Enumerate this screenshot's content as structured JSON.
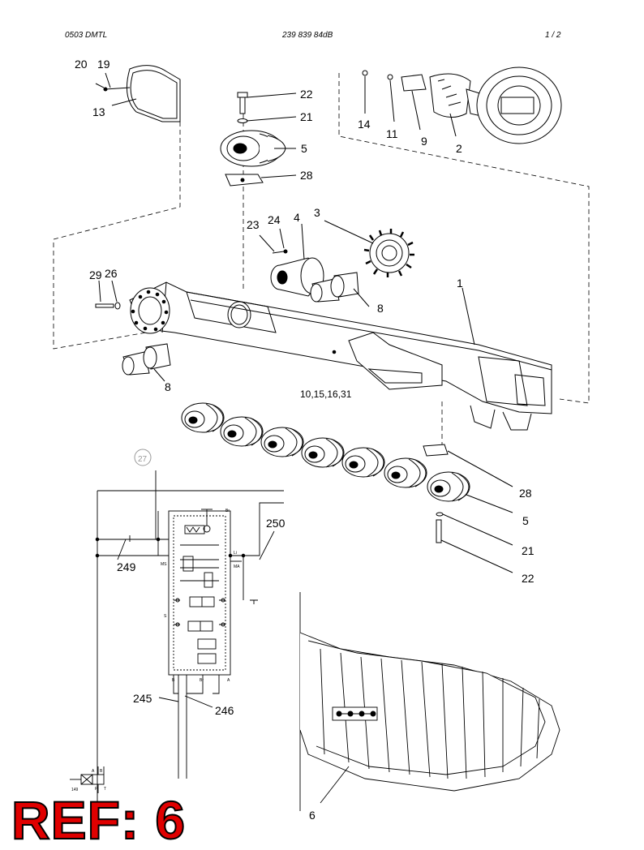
{
  "header": {
    "left": "0503 DMTL",
    "center": "239 839 84dB",
    "right": "1  /  2"
  },
  "callouts": {
    "c20": "20",
    "c19": "19",
    "c13": "13",
    "c22a": "22",
    "c21a": "21",
    "c5a": "5",
    "c28a": "28",
    "c14": "14",
    "c11": "11",
    "c9": "9",
    "c2": "2",
    "c23": "23",
    "c24": "24",
    "c4": "4",
    "c3": "3",
    "c29": "29",
    "c26": "26",
    "c1": "1",
    "c8a": "8",
    "c8b": "8",
    "c10": "10,15,16,31",
    "c28b": "28",
    "c5b": "5",
    "c21b": "21",
    "c22b": "22",
    "c27": "27",
    "c250": "250",
    "c249": "249",
    "c245": "245",
    "c246": "246",
    "c6": "6"
  },
  "hydraulic_labels": {
    "br_top": "Br",
    "ms": "MS",
    "ma": "MA",
    "lg": "Li",
    "s": "S",
    "b": "B",
    "br_bot": "Br",
    "a": "A",
    "p": "P",
    "t": "T",
    "b2": "B",
    "a2": "A",
    "n149": "149"
  },
  "ref_label": "REF: 6",
  "colors": {
    "ref": "#e00000",
    "line": "#000000",
    "circle27": "#999999"
  }
}
